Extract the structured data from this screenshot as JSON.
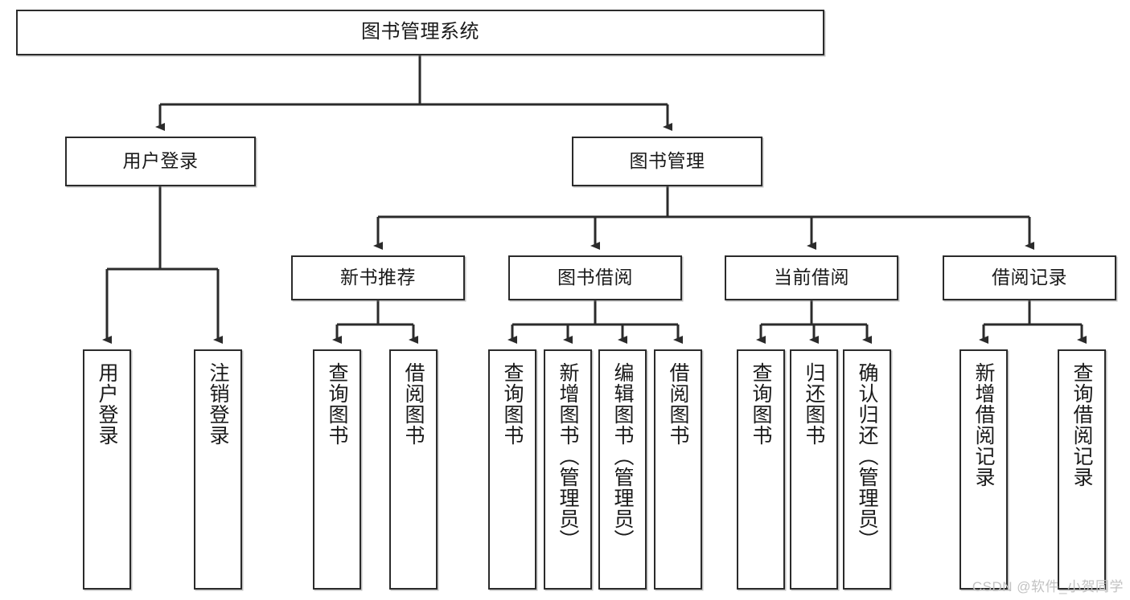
{
  "diagram": {
    "title_text": "图书管理系统",
    "stroke_color": "#2b2b2b",
    "fill_color": "#ffffff",
    "text_color": "#1a1a1a",
    "watermark": "CSDN @软件_小贺同学",
    "root": {
      "label": "图书管理系统"
    },
    "level1": [
      {
        "label": "用户登录"
      },
      {
        "label": "图书管理"
      }
    ],
    "level2": [
      {
        "label": "新书推荐"
      },
      {
        "label": "图书借阅"
      },
      {
        "label": "当前借阅"
      },
      {
        "label": "借阅记录"
      }
    ],
    "leaves": {
      "user_login": [
        {
          "label": "用户登录"
        },
        {
          "label": "注销登录"
        }
      ],
      "new_book_recommend": [
        {
          "label": "查询图书"
        },
        {
          "label": "借阅图书"
        }
      ],
      "book_borrow": [
        {
          "label": "查询图书"
        },
        {
          "label": "新增图书（管理员）"
        },
        {
          "label": "编辑图书（管理员）"
        },
        {
          "label": "借阅图书"
        }
      ],
      "current_borrow": [
        {
          "label": "查询图书"
        },
        {
          "label": "归还图书"
        },
        {
          "label": "确认归还（管理员）"
        }
      ],
      "borrow_record": [
        {
          "label": "新增借阅记录"
        },
        {
          "label": "查询借阅记录"
        }
      ]
    }
  }
}
